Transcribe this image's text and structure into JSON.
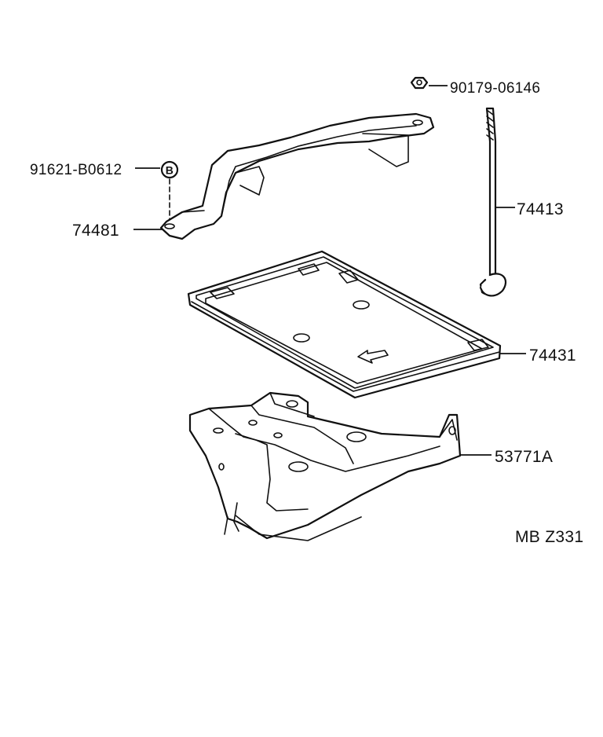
{
  "diagram": {
    "code": "MB Z331",
    "callouts": [
      {
        "id": "nut",
        "part_number": "90179-06146"
      },
      {
        "id": "bolt",
        "part_number": "91621-B0612",
        "marker": "B"
      },
      {
        "id": "clamp",
        "part_number": "74481"
      },
      {
        "id": "rod",
        "part_number": "74413"
      },
      {
        "id": "tray",
        "part_number": "74431"
      },
      {
        "id": "carrier",
        "part_number": "53771A"
      }
    ]
  }
}
